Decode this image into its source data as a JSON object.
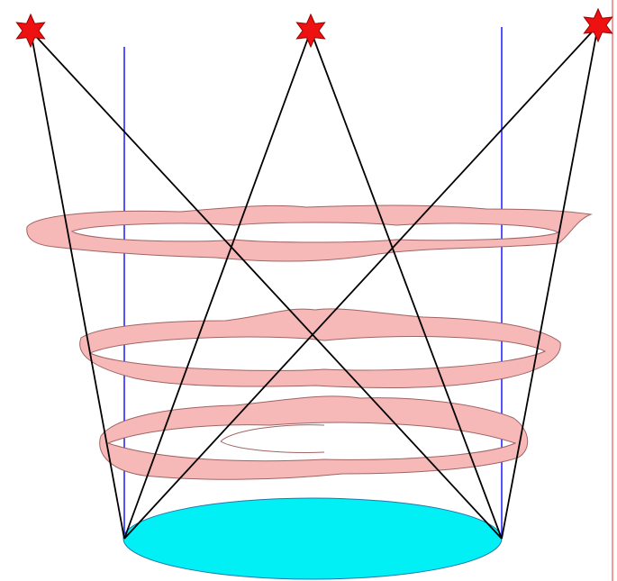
{
  "colors": {
    "background": "#ffffff",
    "star_fill": "#ee1111",
    "star_stroke": "#990000",
    "ray": "#000000",
    "guide_line": "#1a1aff",
    "ring_fill": "#f7b8b8",
    "ring_stroke": "#a06464",
    "base_fill": "#00f0f5",
    "base_stroke": "#2277aa",
    "edge_line": "#ee7777"
  },
  "icons": {
    "star": "red-star-icon",
    "base": "cyan-ellipse"
  },
  "counts": {
    "stars": 3,
    "rings": 3,
    "vertical_guides": 2
  }
}
